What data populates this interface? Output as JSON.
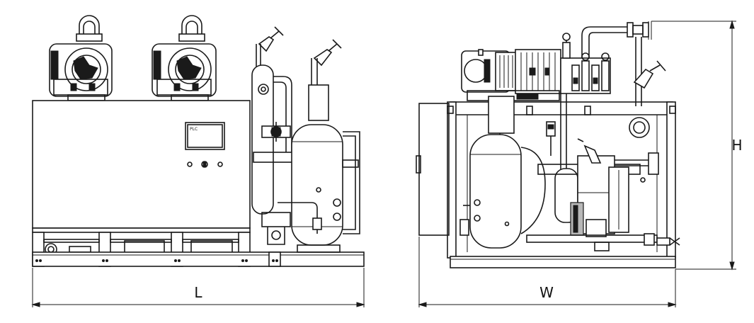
{
  "front_view": {
    "control_panel_label": "PLC"
  },
  "dimensions": {
    "length_label": "L",
    "width_label": "W",
    "height_label": "H"
  }
}
